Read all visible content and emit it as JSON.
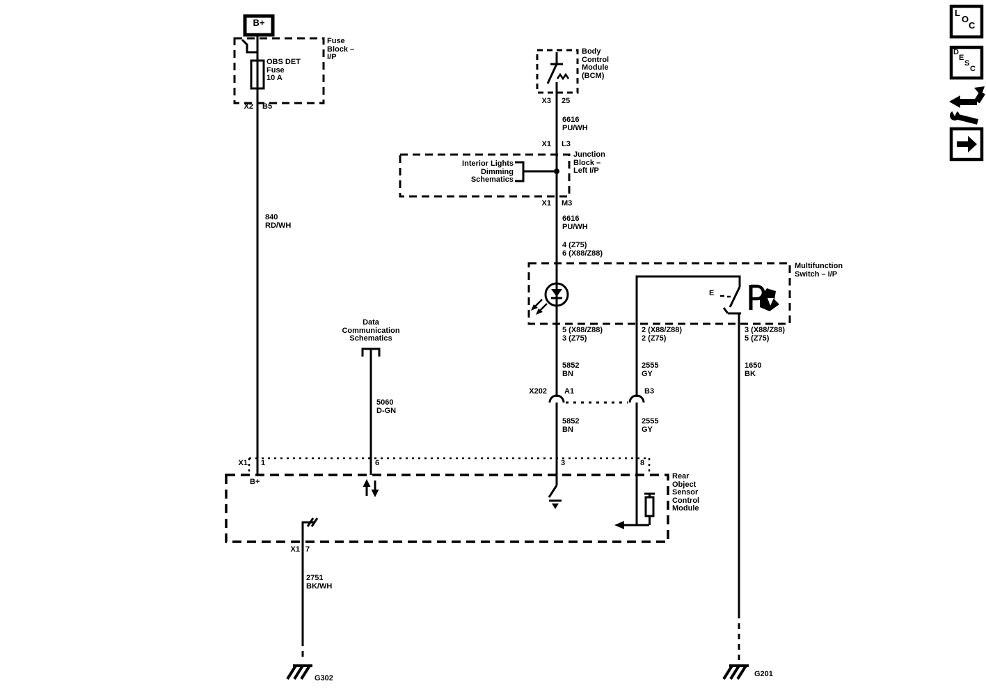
{
  "power": {
    "b_plus": "B+",
    "fuse_block_label": "Fuse\nBlock –\nI/P",
    "fuse_label": "OBS DET\nFuse\n10 A",
    "conn_x2": "X2",
    "pin_b5": "B5",
    "wire_840": "840\nRD/WH"
  },
  "bcm": {
    "label": "Body\nControl\nModule\n(BCM)",
    "conn_x3": "X3",
    "pin_25": "25",
    "wire_6616_upper": "6616\nPU/WH",
    "conn_x1_in": "X1",
    "pin_l3": "L3"
  },
  "junction_block": {
    "label": "Junction\nBlock –\nLeft I/P",
    "ref_schematic": "Interior Lights\nDimming\nSchematics",
    "conn_x1_out": "X1",
    "pin_m3": "M3",
    "wire_6616_lower": "6616\nPU/WH",
    "pins_variant": "4 (Z75)\n6 (X88/Z88)"
  },
  "multifunction_switch": {
    "label": "Multifunction\nSwitch – I/P",
    "switch_actuator": "E",
    "pins_left": "5 (X88/Z88)\n3 (Z75)",
    "pins_mid": "2 (X88/Z88)\n2 (Z75)",
    "pins_right": "3 (X88/Z88)\n5 (Z75)",
    "wire_5852_upper": "5852\nBN",
    "wire_2555_upper": "2555\nGY",
    "wire_1650": "1650\nBK"
  },
  "x202": {
    "label": "X202",
    "pin_a1": "A1",
    "pin_b3": "B3",
    "wire_5852_lower": "5852\nBN",
    "wire_2555_lower": "2555\nGY"
  },
  "data_comm": {
    "ref_schematic": "Data\nCommunication\nSchematics",
    "wire_5060": "5060\nD-GN"
  },
  "rosm": {
    "label": "Rear\nObject\nSensor\nControl\nModule",
    "conn_x1": "X1",
    "pin_1": "1",
    "pin_6": "6",
    "pin_3": "3",
    "pin_8": "8",
    "b_plus_inside": "B+",
    "conn_x1_bottom": "X1",
    "pin_7": "7",
    "wire_2751": "2751\nBK/WH"
  },
  "grounds": {
    "g302": "G302",
    "g201": "G201"
  },
  "toolbar": {
    "loc": {
      "l1": "L",
      "l2": "O",
      "l3": "C"
    },
    "desc": {
      "l1": "D",
      "l2": "E",
      "l3": "S",
      "l4": "C"
    }
  }
}
